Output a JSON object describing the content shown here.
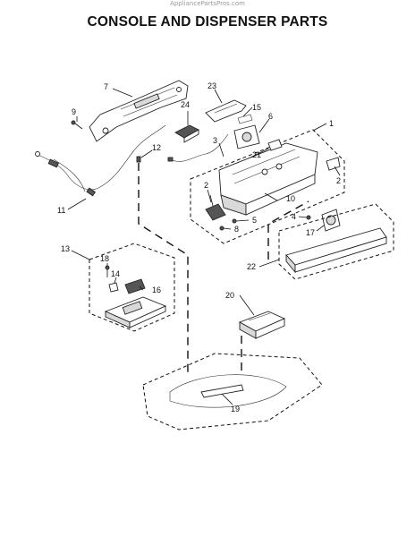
{
  "watermark": "AppliancePartsPros.com",
  "title": "CONSOLE AND DISPENSER PARTS",
  "callouts": [
    "7",
    "23",
    "9",
    "24",
    "15",
    "6",
    "1",
    "3",
    "12",
    "21",
    "2",
    "2",
    "10",
    "5",
    "8",
    "4",
    "17",
    "11",
    "22",
    "13",
    "18",
    "14",
    "16",
    "20",
    "19"
  ]
}
